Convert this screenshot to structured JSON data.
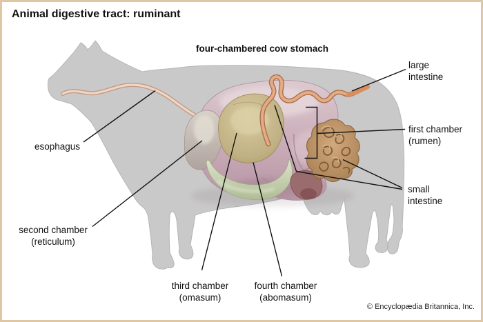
{
  "title": "Animal digestive tract: ruminant",
  "diagram_heading": "four-chambered cow stomach",
  "credit": "© Encyclopædia Britannica, Inc.",
  "labels": {
    "esophagus": {
      "line1": "esophagus"
    },
    "large_intestine": {
      "line1": "large",
      "line2": "intestine"
    },
    "first_chamber": {
      "line1": "first chamber",
      "line2": "(rumen)"
    },
    "small_intestine": {
      "line1": "small",
      "line2": "intestine"
    },
    "second_chamber": {
      "line1": "second chamber",
      "line2": "(reticulum)"
    },
    "third_chamber": {
      "line1": "third chamber",
      "line2": "(omasum)"
    },
    "fourth_chamber": {
      "line1": "fourth chamber",
      "line2": "(abomasum)"
    }
  },
  "colors": {
    "frame_border": "#dfc6a5",
    "background": "#ffffff",
    "cow_silhouette": "#c9c9c9",
    "rumen": "#c9acb7",
    "reticulum": "#c8c0b6",
    "omasum": "#c4b484",
    "abomasum": "#ccd7b5",
    "small_intestine_coil": "#bd9166",
    "intestine_dark": "#9b6c6e",
    "large_intestine_tube": "#e5ab83",
    "esophagus_tube": "#eed7c8",
    "leader_line": "#111111"
  }
}
